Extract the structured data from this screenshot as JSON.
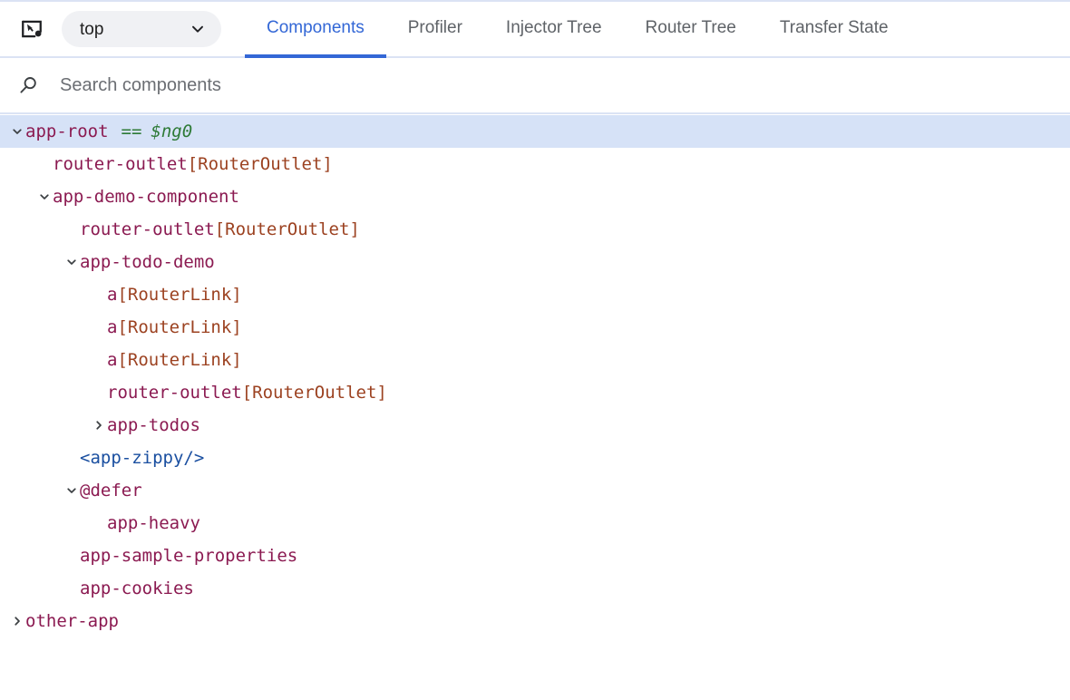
{
  "toolbar": {
    "inspect_icon": "inspect-element-icon",
    "frame_select": {
      "value": "top",
      "chevron_icon": "chevron-down-icon"
    },
    "tabs": [
      {
        "label": "Components",
        "active": true
      },
      {
        "label": "Profiler",
        "active": false
      },
      {
        "label": "Injector Tree",
        "active": false
      },
      {
        "label": "Router Tree",
        "active": false
      },
      {
        "label": "Transfer State",
        "active": false
      }
    ]
  },
  "search": {
    "icon": "search-icon",
    "placeholder": "Search components",
    "value": ""
  },
  "tree": {
    "nodes": [
      {
        "name": "app-root",
        "depth": 0,
        "toggle": "expanded",
        "kind": "component",
        "selected": true,
        "eq": "==",
        "ng": "$ng0"
      },
      {
        "name": "router-outlet",
        "depth": 1,
        "toggle": "none",
        "kind": "element",
        "directive": "[RouterOutlet]",
        "selected": false
      },
      {
        "name": "app-demo-component",
        "depth": 1,
        "toggle": "expanded",
        "kind": "component",
        "selected": false
      },
      {
        "name": "router-outlet",
        "depth": 2,
        "toggle": "none",
        "kind": "element",
        "directive": "[RouterOutlet]",
        "selected": false
      },
      {
        "name": "app-todo-demo",
        "depth": 2,
        "toggle": "expanded",
        "kind": "component",
        "selected": false
      },
      {
        "name": "a",
        "depth": 3,
        "toggle": "none",
        "kind": "element",
        "directive": "[RouterLink]",
        "selected": false
      },
      {
        "name": "a",
        "depth": 3,
        "toggle": "none",
        "kind": "element",
        "directive": "[RouterLink]",
        "selected": false
      },
      {
        "name": "a",
        "depth": 3,
        "toggle": "none",
        "kind": "element",
        "directive": "[RouterLink]",
        "selected": false
      },
      {
        "name": "router-outlet",
        "depth": 3,
        "toggle": "none",
        "kind": "element",
        "directive": "[RouterOutlet]",
        "selected": false
      },
      {
        "name": "app-todos",
        "depth": 3,
        "toggle": "collapsed",
        "kind": "component",
        "selected": false
      },
      {
        "name": "<app-zippy/>",
        "depth": 2,
        "toggle": "none",
        "kind": "special",
        "selected": false
      },
      {
        "name": "@defer",
        "depth": 2,
        "toggle": "expanded",
        "kind": "defer",
        "selected": false
      },
      {
        "name": "app-heavy",
        "depth": 3,
        "toggle": "none",
        "kind": "component",
        "selected": false
      },
      {
        "name": "app-sample-properties",
        "depth": 2,
        "toggle": "none",
        "kind": "component",
        "selected": false
      },
      {
        "name": "app-cookies",
        "depth": 2,
        "toggle": "none",
        "kind": "component",
        "selected": false
      },
      {
        "name": "other-app",
        "depth": 0,
        "toggle": "collapsed",
        "kind": "component",
        "selected": false
      }
    ]
  },
  "colors": {
    "accent": "#3367d6",
    "component": "#8b1a51",
    "directive": "#9c4221",
    "special": "#1a4fa0",
    "green": "#2d7a36",
    "selection": "#d6e2f7",
    "divider": "#dbe3f4"
  }
}
